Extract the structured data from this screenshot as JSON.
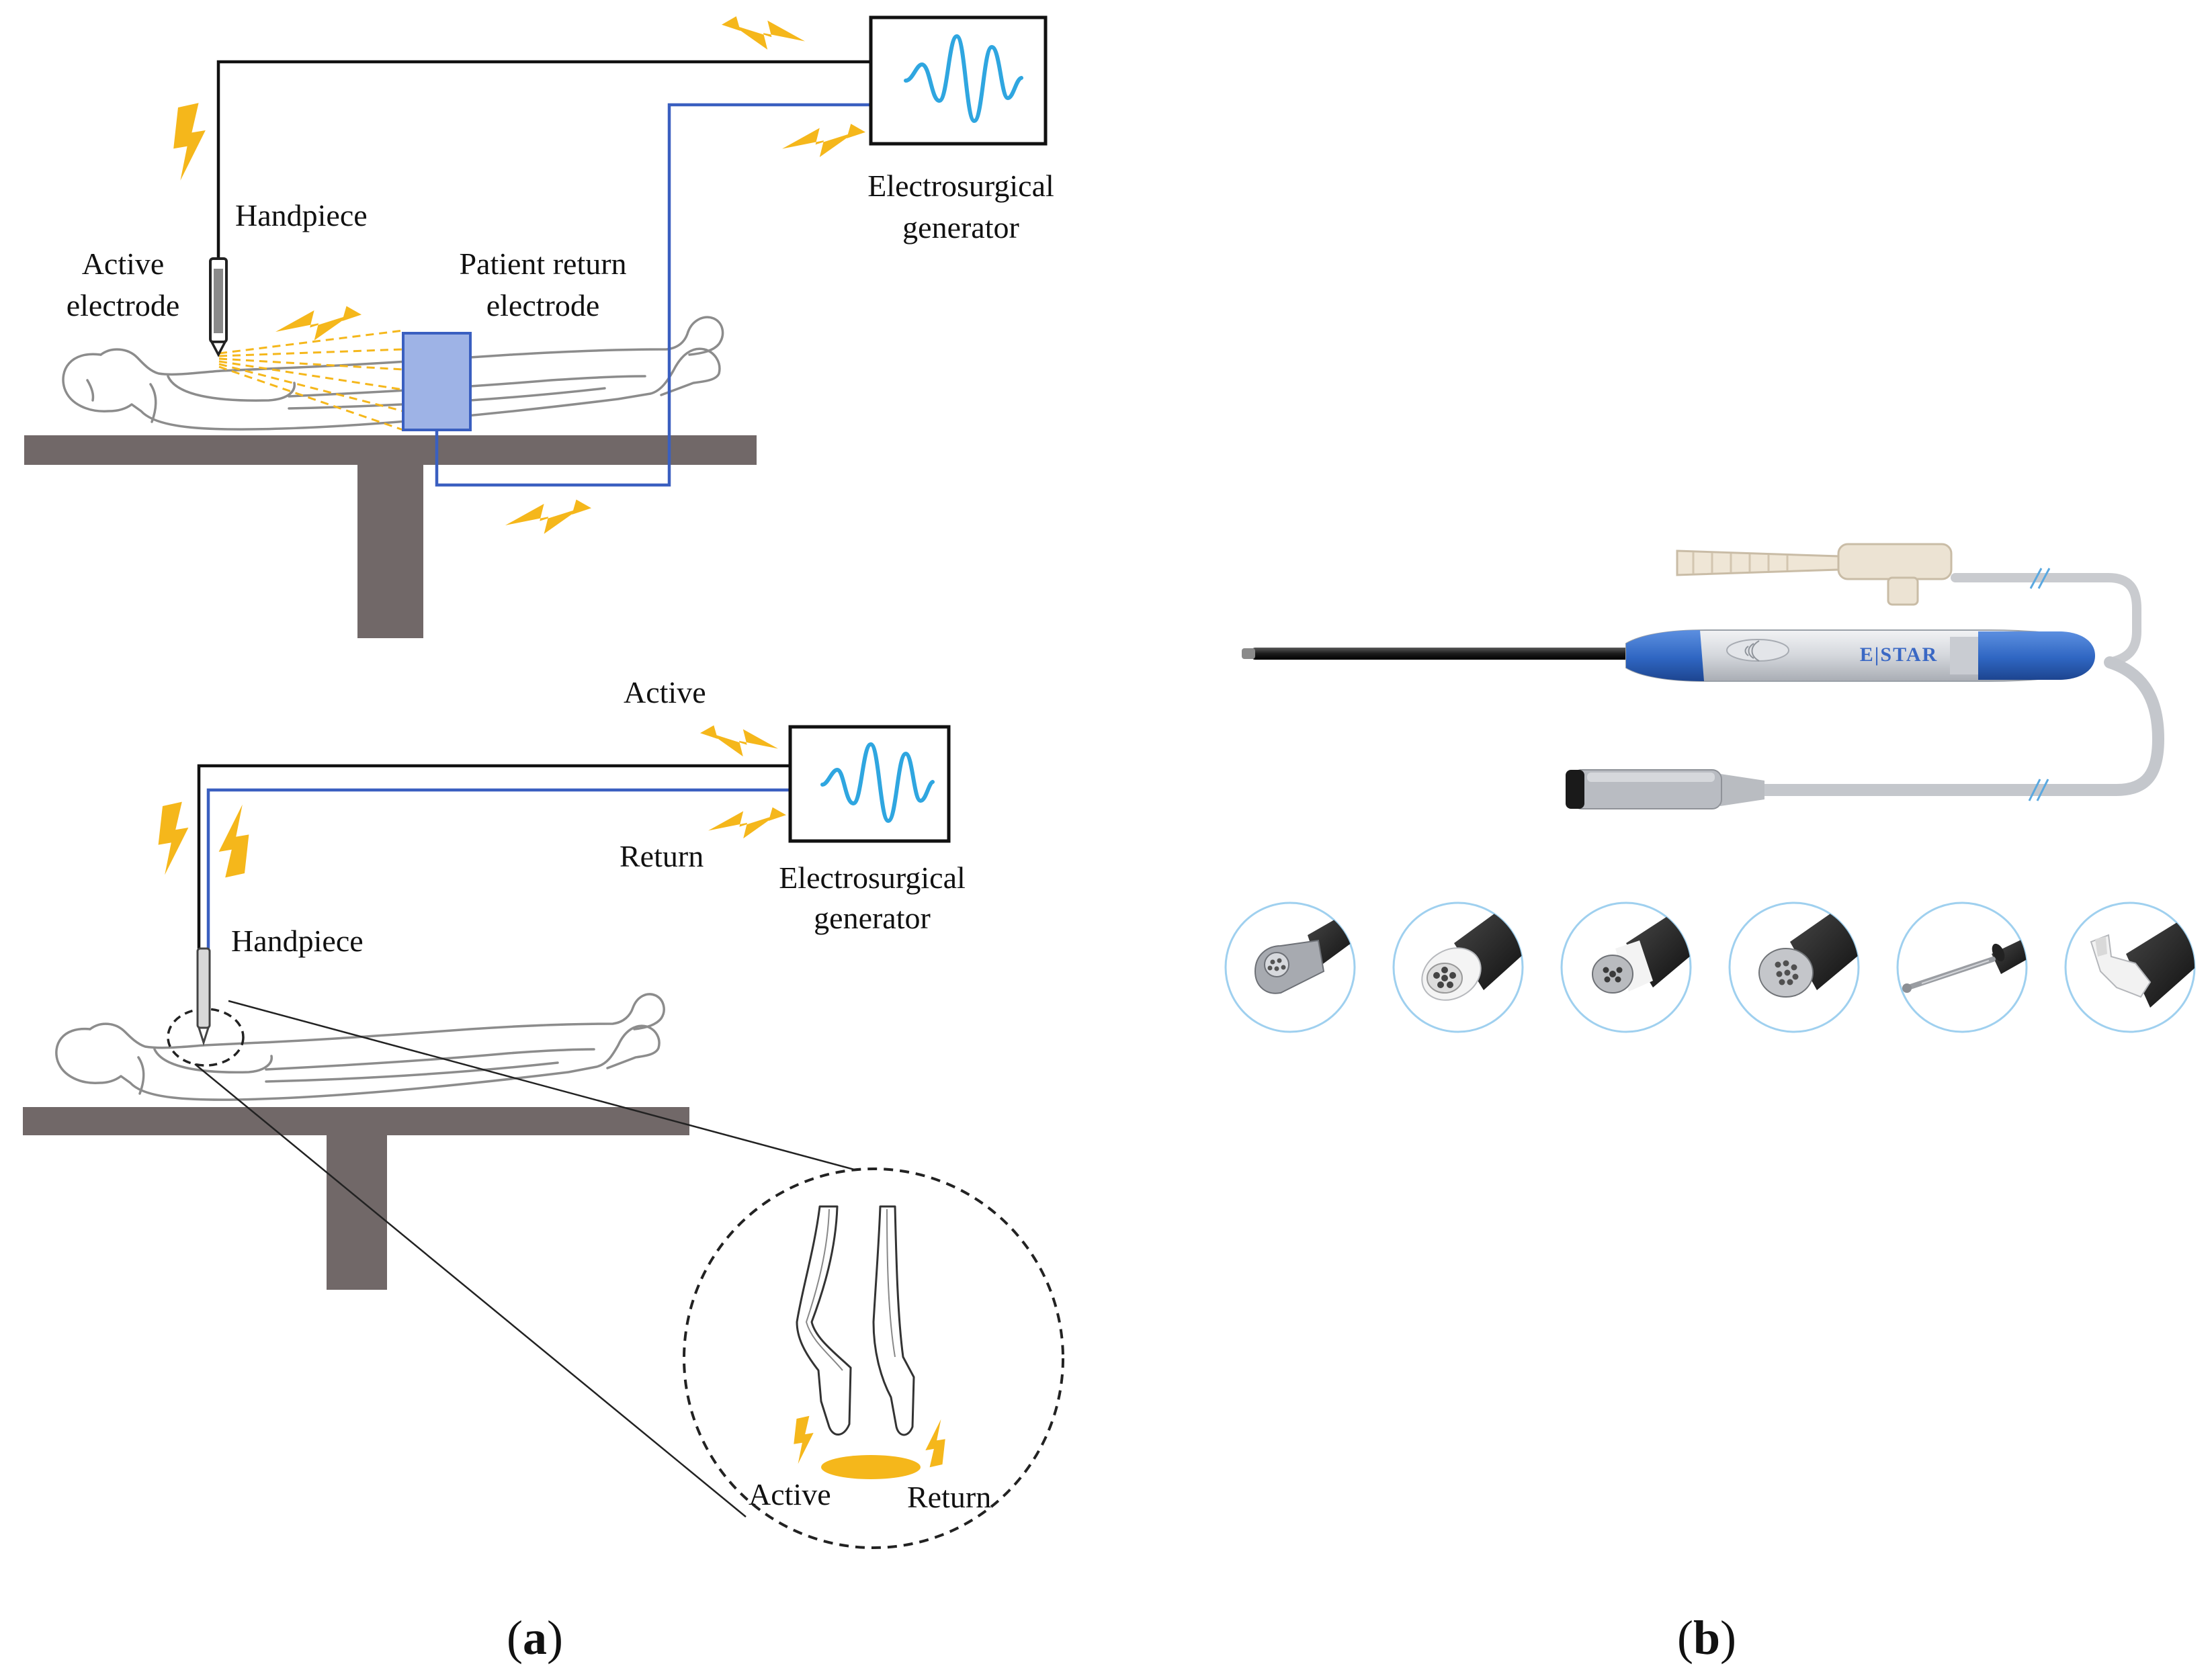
{
  "panel_a": {
    "caption_open": "(",
    "caption_letter": "a",
    "caption_close": ")",
    "monopolar": {
      "generator_label_line1": "Electrosurgical",
      "generator_label_line2": "generator",
      "handpiece_label": "Handpiece",
      "active_electrode_line1": "Active",
      "active_electrode_line2": "electrode",
      "return_electrode_line1": "Patient return",
      "return_electrode_line2": "electrode"
    },
    "bipolar": {
      "active_label": "Active",
      "return_label": "Return",
      "generator_label_line1": "Electrosurgical",
      "generator_label_line2": "generator",
      "handpiece_label": "Handpiece",
      "zoom_active_label": "Active",
      "zoom_return_label": "Return"
    }
  },
  "panel_b": {
    "caption_open": "(",
    "caption_letter": "b",
    "caption_close": ")",
    "brand_text": "E|STAR",
    "tips": [
      "bipolar-tip-1",
      "bipolar-tip-2",
      "bipolar-tip-3",
      "bipolar-tip-4",
      "bipolar-tip-5",
      "bipolar-tip-6"
    ]
  },
  "colors": {
    "active_wire": "#111111",
    "return_wire": "#3a5fc0",
    "energy_bolt": "#f5b71b",
    "waveform": "#2fa6e0",
    "table": "#716868",
    "return_pad": "#9eb3e6",
    "handpiece_accent": "#2f66c2"
  }
}
